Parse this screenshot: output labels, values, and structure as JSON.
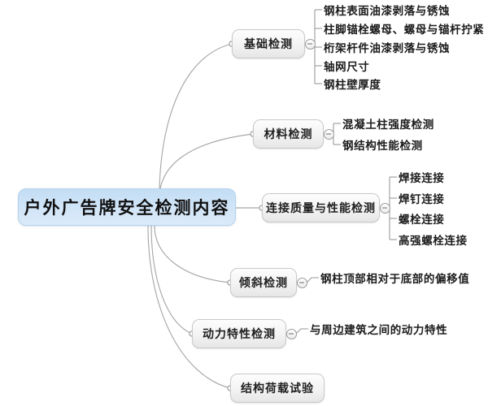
{
  "diagram": {
    "type": "mind-map",
    "title": "户外广告牌安全检测内容",
    "background_color": "#ffffff",
    "root_color": "#cfe4f7",
    "topic_color": "#f1f1f1",
    "connector_color": "#a8a8a8"
  },
  "root": {
    "label": "户外广告牌安全检测内容"
  },
  "branches": [
    {
      "label": "基础检测",
      "has_toggle": true,
      "toggle_glyph": "minus-icon",
      "children": [
        {
          "label": "钢柱表面油漆剥落与锈蚀"
        },
        {
          "label": "柱脚锚栓螺母、螺母与锚杆拧紧"
        },
        {
          "label": "桁架杆件油漆剥落与锈蚀"
        },
        {
          "label": "轴网尺寸"
        },
        {
          "label": "钢柱壁厚度"
        }
      ]
    },
    {
      "label": "材料检测",
      "has_toggle": true,
      "toggle_glyph": "minus-icon",
      "children": [
        {
          "label": "混凝土柱强度检测"
        },
        {
          "label": "钢结构性能检测"
        }
      ]
    },
    {
      "label": "连接质量与性能检测",
      "has_toggle": true,
      "toggle_glyph": "minus-icon",
      "children": [
        {
          "label": "焊接连接"
        },
        {
          "label": "焊钉连接"
        },
        {
          "label": "螺栓连接"
        },
        {
          "label": "高强螺栓连接"
        }
      ]
    },
    {
      "label": "倾斜检测",
      "has_toggle": true,
      "toggle_glyph": "minus-icon",
      "children": [
        {
          "label": "钢柱顶部相对于底部的偏移值"
        }
      ]
    },
    {
      "label": "动力特性检测",
      "has_toggle": true,
      "toggle_glyph": "minus-icon",
      "children": [
        {
          "label": "与周边建筑之间的动力特性"
        }
      ]
    },
    {
      "label": "结构荷载试验",
      "has_toggle": false,
      "children": []
    }
  ]
}
